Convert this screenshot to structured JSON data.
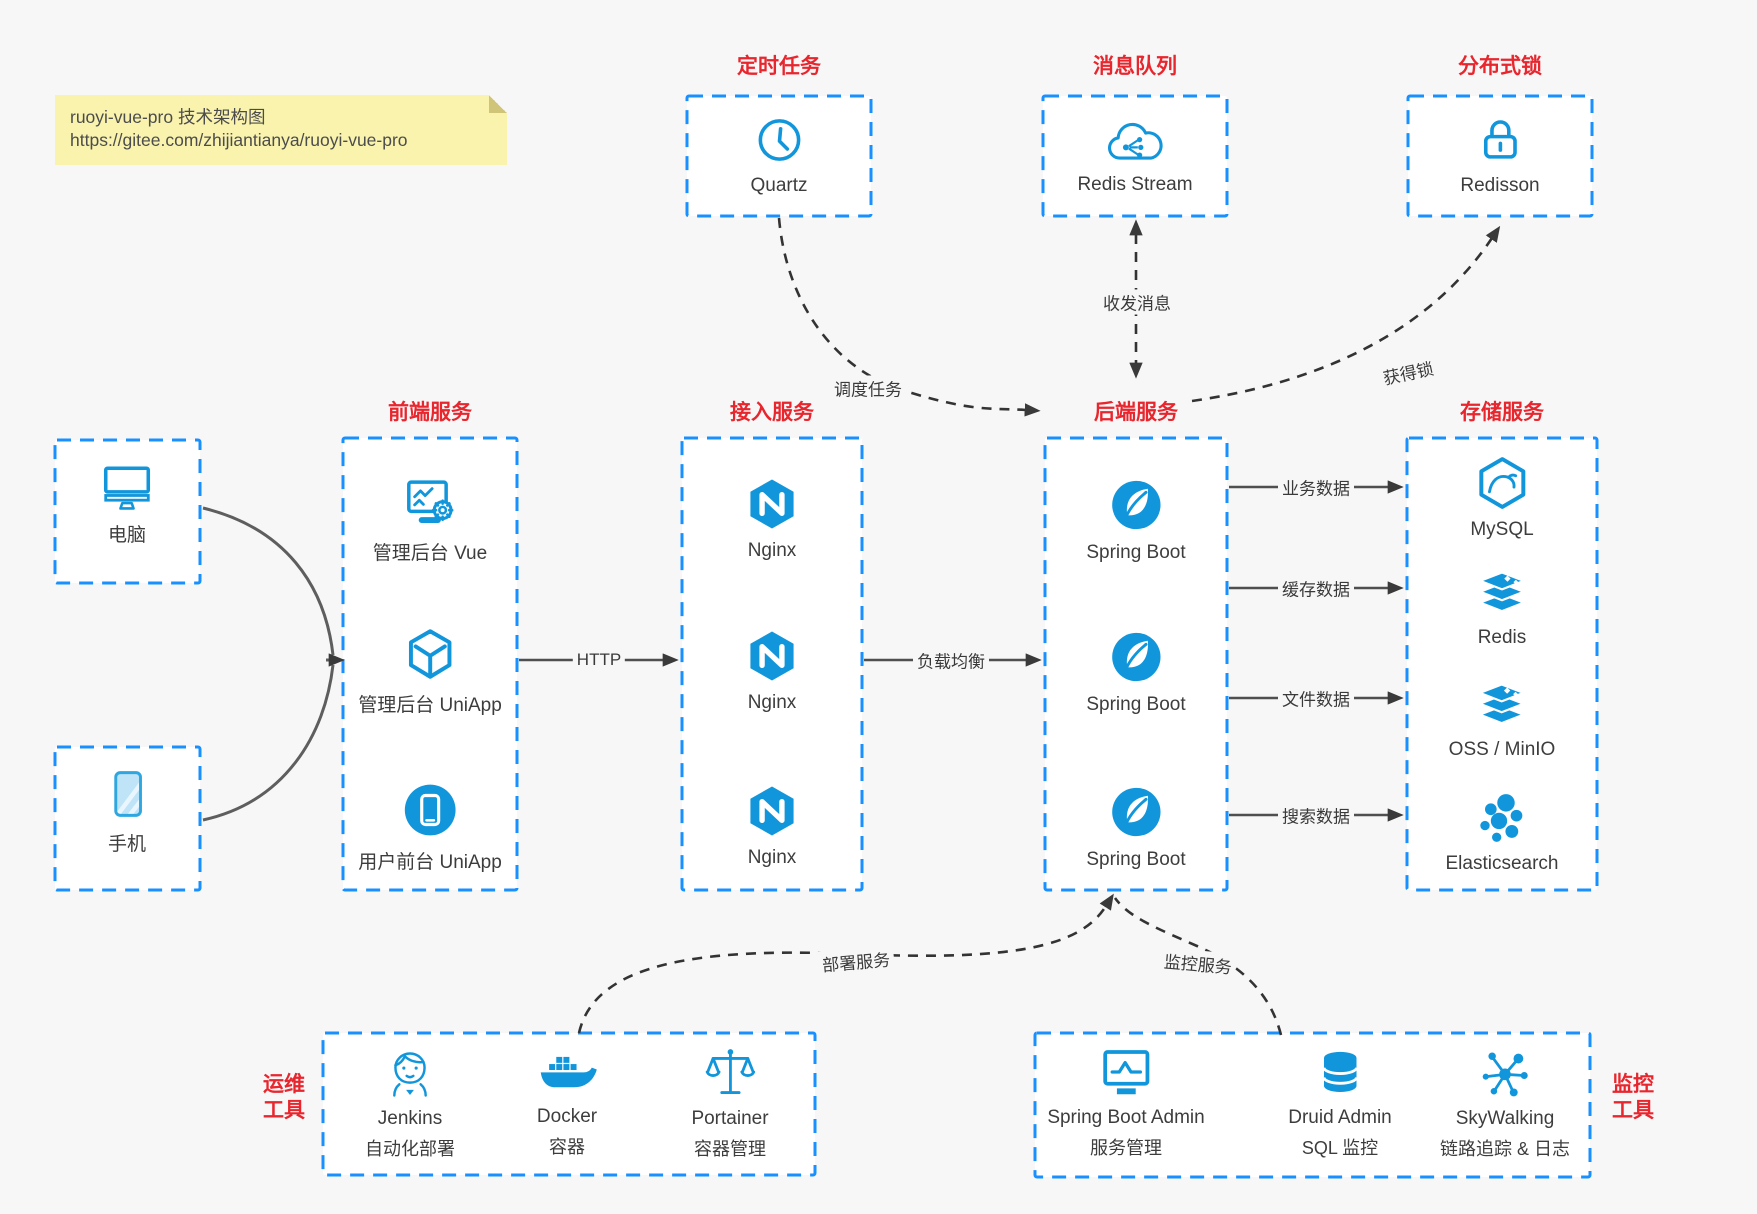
{
  "note": {
    "line1": "ruoyi-vue-pro 技术架构图",
    "line2": "https://gitee.com/zhijiantianya/ruoyi-vue-pro"
  },
  "colors": {
    "accent_blue": "#1296db",
    "border_blue": "#1890ff",
    "title_red": "#e8262d",
    "note_bg": "#f9f3ae",
    "arrow_solid": "#4f4f4f",
    "arrow_dashed": "#333333",
    "background": "#f7f7f8"
  },
  "groups": {
    "scheduled": {
      "title": "定时任务",
      "items": [
        {
          "icon": "clock-icon",
          "label": "Quartz"
        }
      ]
    },
    "mq": {
      "title": "消息队列",
      "items": [
        {
          "icon": "cloud-stream-icon",
          "label": "Redis Stream"
        }
      ]
    },
    "lock": {
      "title": "分布式锁",
      "items": [
        {
          "icon": "lock-icon",
          "label": "Redisson"
        }
      ]
    },
    "devices": {
      "items": [
        {
          "icon": "computer-icon",
          "label": "电脑"
        },
        {
          "icon": "phone-icon",
          "label": "手机"
        }
      ]
    },
    "frontend": {
      "title": "前端服务",
      "items": [
        {
          "icon": "admin-vue-icon",
          "label": "管理后台 Vue"
        },
        {
          "icon": "uniapp-cube-icon",
          "label": "管理后台 UniApp"
        },
        {
          "icon": "user-uniapp-icon",
          "label": "用户前台 UniApp"
        }
      ]
    },
    "gateway": {
      "title": "接入服务",
      "items": [
        {
          "icon": "nginx-icon",
          "label": "Nginx"
        },
        {
          "icon": "nginx-icon",
          "label": "Nginx"
        },
        {
          "icon": "nginx-icon",
          "label": "Nginx"
        }
      ]
    },
    "backend": {
      "title": "后端服务",
      "items": [
        {
          "icon": "spring-icon",
          "label": "Spring Boot"
        },
        {
          "icon": "spring-icon",
          "label": "Spring Boot"
        },
        {
          "icon": "spring-icon",
          "label": "Spring Boot"
        }
      ]
    },
    "storage": {
      "title": "存储服务",
      "items": [
        {
          "icon": "mysql-icon",
          "label": "MySQL"
        },
        {
          "icon": "redis-icon",
          "label": "Redis"
        },
        {
          "icon": "oss-icon",
          "label": "OSS / MinIO"
        },
        {
          "icon": "elasticsearch-icon",
          "label": "Elasticsearch"
        }
      ]
    },
    "ops": {
      "title_line1": "运维",
      "title_line2": "工具",
      "items": [
        {
          "icon": "jenkins-icon",
          "label": "Jenkins",
          "sublabel": "自动化部署"
        },
        {
          "icon": "docker-icon",
          "label": "Docker",
          "sublabel": "容器"
        },
        {
          "icon": "portainer-icon",
          "label": "Portainer",
          "sublabel": "容器管理"
        }
      ]
    },
    "monitor": {
      "title_line1": "监控",
      "title_line2": "工具",
      "items": [
        {
          "icon": "sba-icon",
          "label": "Spring Boot Admin",
          "sublabel": "服务管理"
        },
        {
          "icon": "druid-icon",
          "label": "Druid Admin",
          "sublabel": "SQL 监控"
        },
        {
          "icon": "skywalking-icon",
          "label": "SkyWalking",
          "sublabel": "链路追踪 & 日志"
        }
      ]
    }
  },
  "edges": {
    "http": "HTTP",
    "load_balance": "负载均衡",
    "business_data": "业务数据",
    "cache_data": "缓存数据",
    "file_data": "文件数据",
    "search_data": "搜索数据",
    "schedule_task": "调度任务",
    "send_receive_msg": "收发消息",
    "acquire_lock": "获得锁",
    "deploy_service": "部署服务",
    "monitor_service": "监控服务"
  }
}
